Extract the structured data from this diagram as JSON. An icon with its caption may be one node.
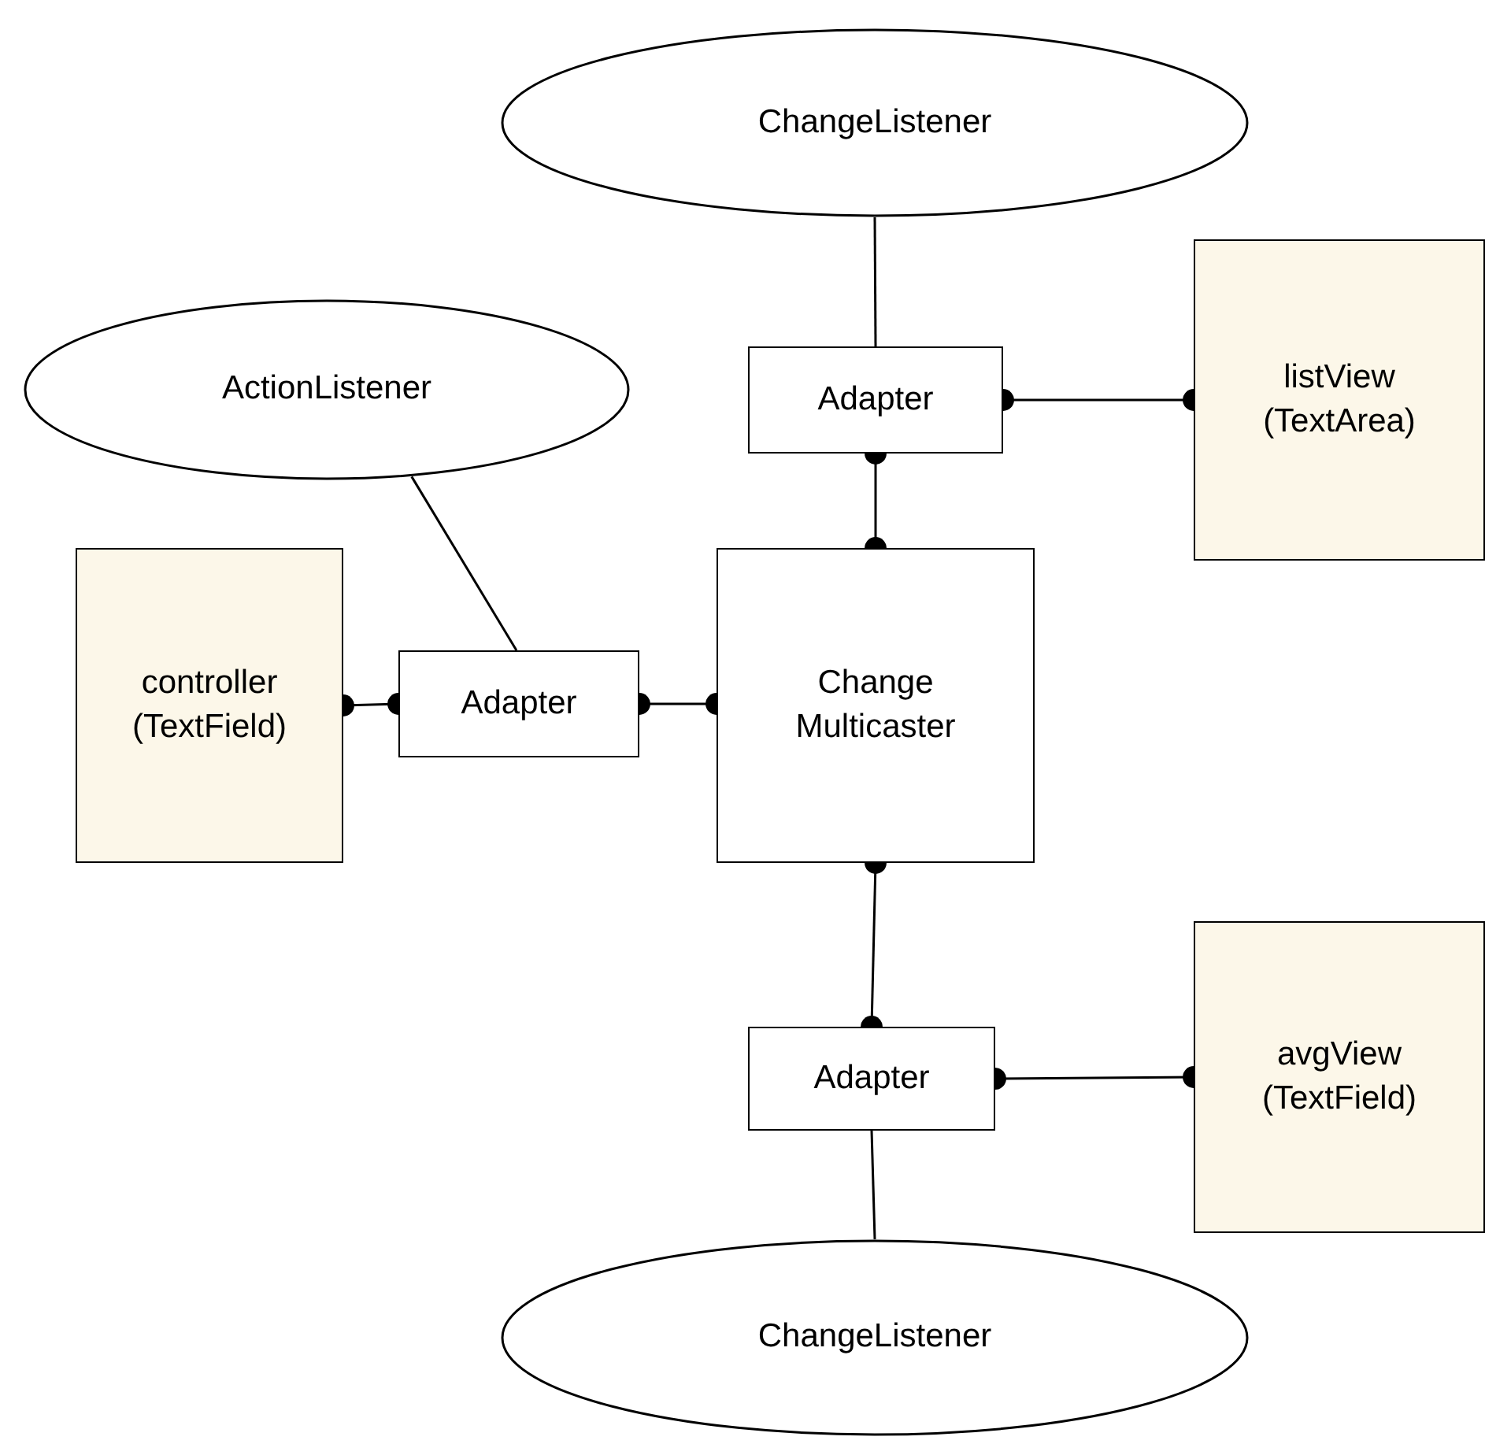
{
  "diagram": {
    "nodes": [
      {
        "text": [
          "ChangeListener"
        ]
      },
      {
        "text": [
          "Adapter"
        ]
      },
      {
        "text": [
          "listView (TextArea)"
        ]
      },
      {
        "text": [
          "ActionListener"
        ]
      },
      {
        "text": [
          "controller (TextField)"
        ]
      },
      {
        "text": [
          "Adapter"
        ]
      },
      {
        "text": [
          "Change Multicaster"
        ]
      },
      {
        "text": [
          "Adapter"
        ]
      },
      {
        "text": [
          "avgView (TextField)"
        ]
      },
      {
        "text": [
          "ChangeListener"
        ]
      }
    ],
    "edges": [
      {
        "from": 0,
        "to": 1,
        "arrow": "none"
      },
      {
        "from": 1,
        "to": 2,
        "arrow": "other"
      },
      {
        "from": 1,
        "to": 6,
        "arrow": "other"
      },
      {
        "from": 3,
        "to": 5,
        "arrow": "none"
      },
      {
        "from": 4,
        "to": 5,
        "arrow": "other"
      },
      {
        "from": 5,
        "to": 6,
        "arrow": "other"
      },
      {
        "from": 6,
        "to": 7,
        "arrow": "other"
      },
      {
        "from": 7,
        "to": 8,
        "arrow": "other"
      },
      {
        "from": 7,
        "to": 9,
        "arrow": "none"
      }
    ]
  }
}
